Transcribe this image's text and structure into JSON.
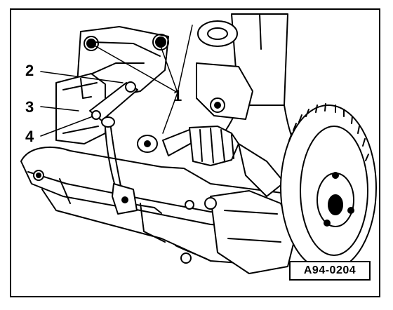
{
  "callouts": {
    "c1": "1",
    "c2": "2",
    "c3": "3",
    "c4": "4"
  },
  "figure_code": "A94-0204"
}
